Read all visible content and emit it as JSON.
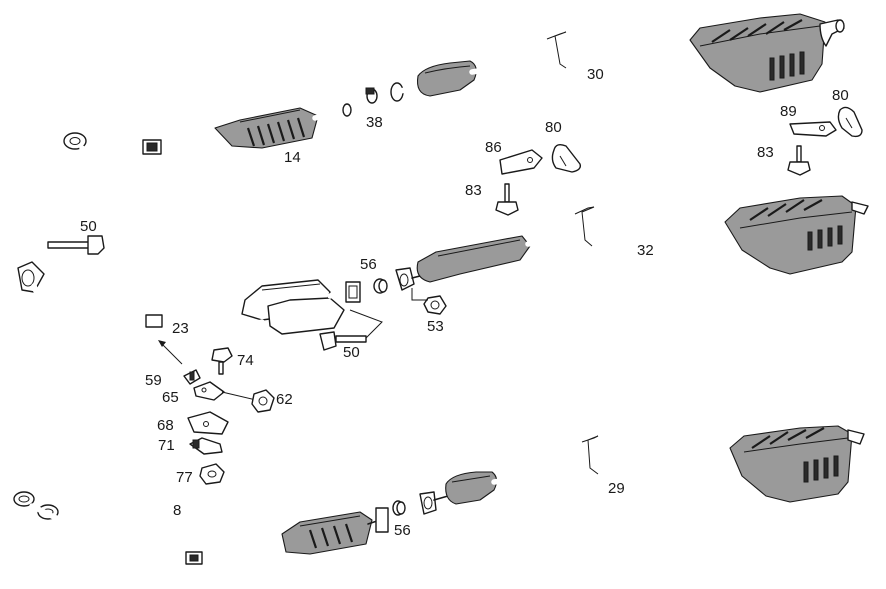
{
  "labels": {
    "p14": "14",
    "p38": "38",
    "p30": "30",
    "p80a": "80",
    "p86": "86",
    "p83a": "83",
    "p89": "89",
    "p80b": "80",
    "p83b": "83",
    "p50a": "50",
    "p56a": "56",
    "p32": "32",
    "p23": "23",
    "p53": "53",
    "p50b": "50",
    "p74": "74",
    "p59": "59",
    "p65": "65",
    "p62": "62",
    "p68": "68",
    "p71": "71",
    "p77": "77",
    "p8": "8",
    "p56b": "56",
    "p29": "29"
  }
}
